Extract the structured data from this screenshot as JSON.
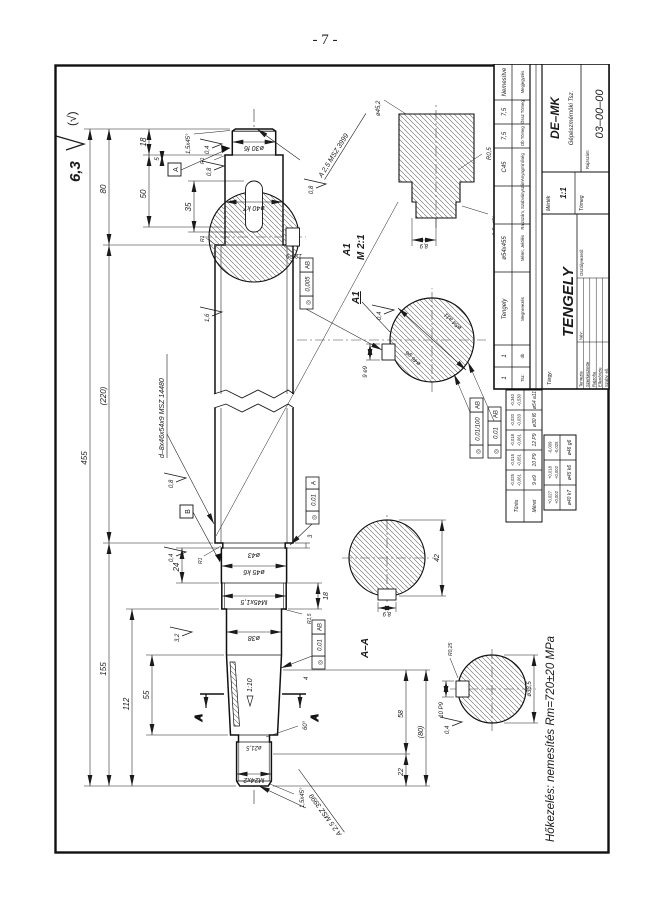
{
  "page": {
    "number": "- 7 -"
  },
  "sheet": {
    "general_roughness": "6,3",
    "general_roughness_suffix": "(√)",
    "heat_note": "Hőkezelés: nemesítés  Rm=720±20 MPa"
  },
  "title_block": {
    "org_line1": "DE–MK",
    "org_line2": "Gépészmérnöki Tsz.",
    "drawing_no_label": "Rajzszám:",
    "drawing_no": "03–00–00",
    "scale_label": "Mérték",
    "scale_value": "1:1",
    "mass_label": "Tömeg",
    "subject_label": "Tárgy:",
    "part_name": "TENGELY",
    "name_label": "Név:",
    "dept_head_label": "Osztályvezető:",
    "roles": [
      "Tervezte",
      "Szerkesztette",
      "Rajzolta",
      "Ellenőrizte",
      "Szabv. ell."
    ],
    "parts_list": {
      "headers": [
        "Tsz.",
        "db",
        "Megnevezés",
        "Méret, Jelölés",
        "Rajzszám, Szabványszám",
        "Anyagminőség",
        "Db Tömeg",
        "Össz Tömeg",
        "Megjegyzés"
      ],
      "row": [
        "1",
        "1",
        "Tengely",
        "ø54x455",
        "",
        "C45",
        "7,5",
        "7,5",
        "Nemesítve"
      ]
    }
  },
  "fits_upper": {
    "header_tol": "Tűrés",
    "header_size": "Méret",
    "cols": [
      {
        "size": "9 e9",
        "tol_hi": "-0,025",
        "tol_lo": "-0,061"
      },
      {
        "size": "10 P9",
        "tol_hi": "-0,015",
        "tol_lo": "-0,051"
      },
      {
        "size": "12 P9",
        "tol_hi": "-0,018",
        "tol_lo": "-0,061"
      },
      {
        "size": "ø30 f6",
        "tol_hi": "-0,020",
        "tol_lo": "-0,033"
      },
      {
        "size": "ø54 a11",
        "tol_hi": "-0,340",
        "tol_lo": "-0,530"
      }
    ]
  },
  "fits_lower": {
    "cols": [
      {
        "size": "ø40 k7",
        "tol_hi": "+0,027",
        "tol_lo": "+0,002"
      },
      {
        "size": "ø45 k6",
        "tol_hi": "+0,018",
        "tol_lo": "+0,002"
      },
      {
        "size": "ø46 g6",
        "tol_hi": "-0,009",
        "tol_lo": "-0,025"
      }
    ]
  },
  "tolerances": {
    "t1": {
      "symbol": "◎",
      "value": "0,005",
      "datum": "AB"
    },
    "t2": {
      "symbol": "◎",
      "value": "0,01/100",
      "datum": "AB"
    },
    "t3": {
      "symbol": "◎",
      "value": "0,01",
      "datum": "AB"
    },
    "t4": {
      "symbol": "◎",
      "value": "0,01",
      "datum": "A"
    },
    "t5": {
      "symbol": "◎",
      "value": "0,01",
      "datum": "AB"
    }
  },
  "labels": {
    "d455": "455",
    "d220": "(220)",
    "d155": "155",
    "d112": "112",
    "d80": "80",
    "d55": "55",
    "d50": "50",
    "d35": "35",
    "d24": "24",
    "d18": "18",
    "d18b": "18",
    "d5": "5",
    "d3": "3",
    "d4": "4",
    "d58": "58",
    "d80p": "(80)",
    "d22": "22",
    "d42": "42",
    "d89": "8,9",
    "d89b": "8,9",
    "d33": "ø33,5",
    "dia30": "ø30 f6",
    "dia40": "ø40 k7",
    "dia43": "ø43",
    "dia45": "ø45 k6",
    "dia38": "ø38",
    "dia21": "ø21,5",
    "dia452": "ø45,2",
    "dia46": "ø46 g6",
    "dia54": "ø54 a11",
    "m45": "M45x1,5",
    "m24": "M24x2",
    "key12": "12 P9",
    "key10": "10 P9",
    "key9": "9 e9",
    "spline": "d–8x46x54x9 MSZ 14480",
    "ch15": "1,5x45°",
    "ch15b": "1,5x45°",
    "ch05": "0,5x45°",
    "r1": "R1",
    "r1b": "R1",
    "r1c": "R1",
    "r15": "R1,5",
    "r025": "R0,25",
    "r025b": "R0,25",
    "r05": "R0,5",
    "taper": "1:10",
    "ang60": "60°",
    "ra04": "0,4",
    "ra04b": "0,4",
    "ra04c": "0,4",
    "ra08": "0,8",
    "ra08b": "0,8",
    "ra08c": "0,8",
    "ra16": "1,6",
    "ra32": "3,2",
    "cnote": "A 2,5 MSZ 3999",
    "cnoteb": "A 2,5 MSZ 3999",
    "datumA": "A",
    "datumB": "B",
    "secA": "A",
    "secA2": "A",
    "secAA": "A–A",
    "a1": "A1",
    "a1t": "A1",
    "a1scale": "M 2:1"
  }
}
